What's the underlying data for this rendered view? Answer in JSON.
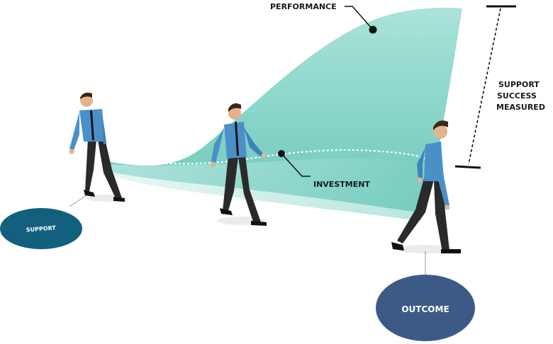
{
  "labels": {
    "performance": "PERFORMANCE",
    "investment": "INVESTMENT",
    "measure_line1": "SUPPORT",
    "measure_line2": "SUCCESS",
    "measure_line3": "MEASURED"
  },
  "discs": {
    "support": "SUPPORT",
    "outcome": "OUTCOME"
  },
  "colors": {
    "performance_fill": "#8fd8cc",
    "performance_fill_dark": "#5ec4b4",
    "support_disc": "#12607e",
    "outcome_disc": "#3d5a87",
    "shirt": "#4a90c8",
    "trousers": "#2a2a2a",
    "skin": "#e3b38f",
    "hair": "#3b2718"
  },
  "figures": [
    "walking-man-left",
    "walking-man-middle",
    "walking-man-right"
  ]
}
